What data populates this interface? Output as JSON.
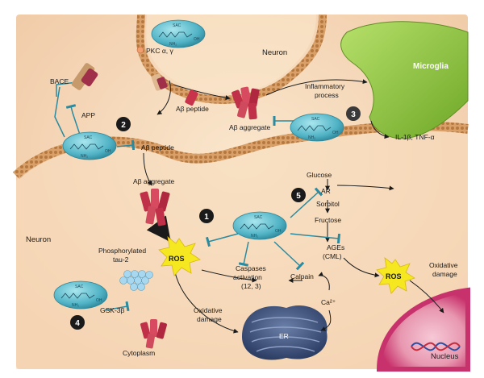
{
  "regions": {
    "neuron_top": "Neuron",
    "neuron_left": "Neuron",
    "microglia": "Microglia",
    "nucleus": "Nucleus",
    "cytoplasm": "Cytoplasm",
    "er": "ER"
  },
  "labels": {
    "pkc": "PKC α, γ",
    "bace": "BACE",
    "app": "APP",
    "abeta_peptide_1": "Aβ peptide",
    "abeta_peptide_2": "Aβ peptide",
    "abeta_aggregate_1": "Aβ aggregate",
    "abeta_aggregate_2": "Aβ aggregate",
    "inflammatory_1": "Inflammatory",
    "inflammatory_2": "process",
    "il1": "IL-1β, TNF-α",
    "glucose": "Glucose",
    "ar": "AR",
    "sorbitol": "Sorbitol",
    "fructose": "Fructose",
    "ages_1": "AGEs",
    "ages_2": "(CML)",
    "ros_1": "ROS",
    "ros_2": "ROS",
    "oxidative_1a": "Oxidative",
    "oxidative_1b": "damage",
    "oxidative_2a": "Oxidative",
    "oxidative_2b": "damage",
    "tau_1": "Phosphorylated",
    "tau_2": "tau-2",
    "gsk": "GSK-3β",
    "caspases_1": "Caspases",
    "caspases_2": "activation",
    "caspases_3": "(12, 3)",
    "calpain": "Calpain",
    "ca": "Ca²⁺"
  },
  "markers": [
    "1",
    "2",
    "3",
    "4",
    "5"
  ],
  "sac_molecule": {
    "sac": "SAC",
    "nh2": "NH₂",
    "oh": "OH"
  },
  "colors": {
    "background": "#f3d3b3",
    "membrane": "#c98e52",
    "microglia": "#8fc93a",
    "nucleus": "#c8326c",
    "sac_molecule": "#5ab8c8",
    "inhibition": "#2a8aa0",
    "ros": "#f5e820",
    "arrow_red": "#e8603a"
  }
}
